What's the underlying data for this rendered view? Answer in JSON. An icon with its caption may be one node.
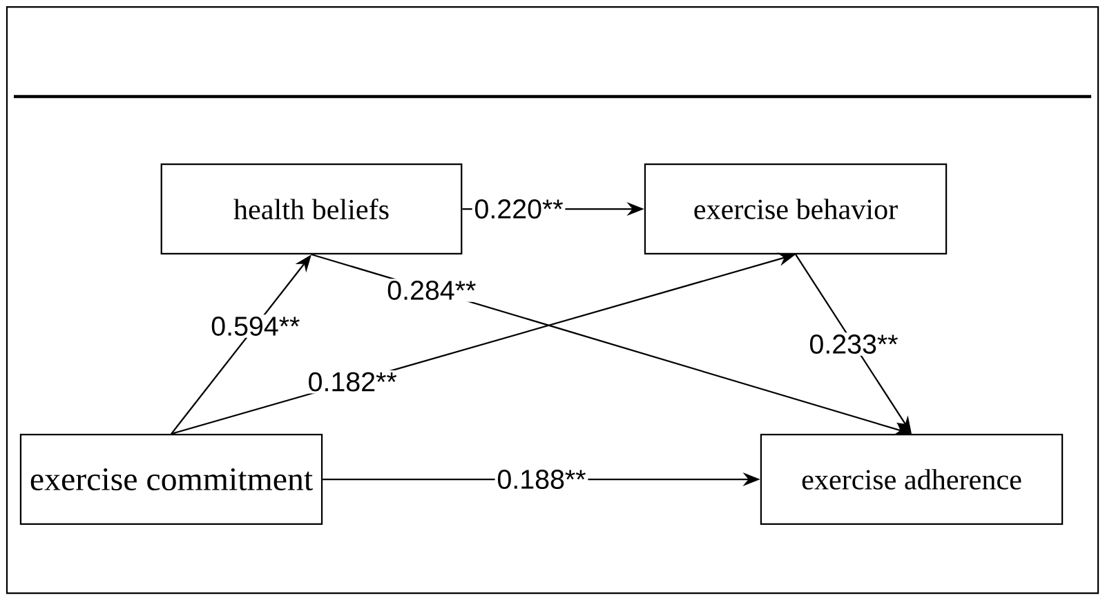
{
  "diagram": {
    "nodes": [
      {
        "text": [
          "health beliefs"
        ]
      },
      {
        "text": [
          "exercise behavior"
        ]
      },
      {
        "text": [
          "exercise commitment"
        ]
      },
      {
        "text": [
          "exercise adherence"
        ]
      }
    ],
    "edges": [
      {
        "from": 0,
        "to": 1,
        "arrow": "to",
        "label": "0.220**"
      },
      {
        "from": 2,
        "to": 0,
        "arrow": "to",
        "label": "0.594**"
      },
      {
        "from": 2,
        "to": 1,
        "arrow": "to",
        "label": "0.182**"
      },
      {
        "from": 0,
        "to": 3,
        "arrow": "to",
        "label": "0.284**"
      },
      {
        "from": 1,
        "to": 3,
        "arrow": "to",
        "label": "0.233**"
      },
      {
        "from": 2,
        "to": 3,
        "arrow": "to",
        "label": "0.188**"
      }
    ]
  }
}
